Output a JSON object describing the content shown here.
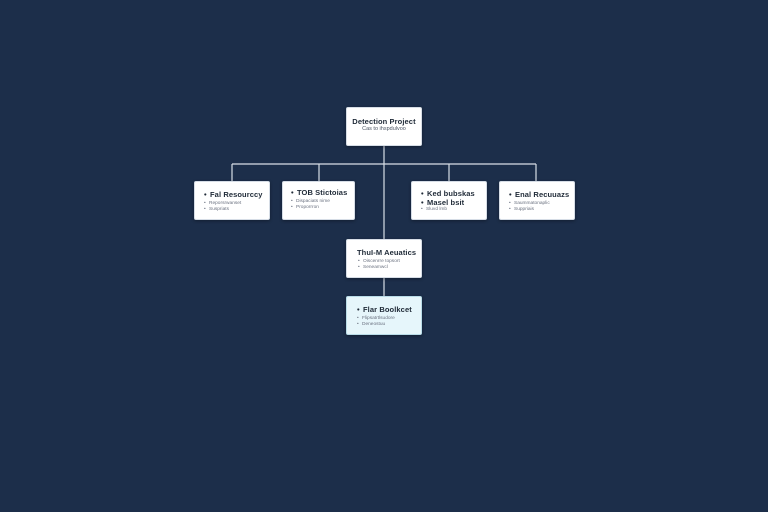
{
  "diagram": {
    "root": {
      "title": "Detection Project",
      "subtitle": "Cas to ihspdulvoo"
    },
    "branches": [
      {
        "title": "Fal Resourccy",
        "items": [
          "Reporsrwanset",
          "Suspriats"
        ]
      },
      {
        "title": "TOB Stictoias",
        "items": [
          "Dispaciats nime",
          "Proporrron"
        ]
      },
      {
        "title": "Ked bubskas",
        "title2": "Masel bsit",
        "items": [
          "Sluvd lmb"
        ]
      },
      {
        "title": "Enal Recuuazs",
        "items": [
          "Saummatonaplic",
          "Suppriais"
        ]
      }
    ],
    "middle": {
      "title": "ThuI-M Aeuatics",
      "items": [
        "Oiscenrre topsort",
        "Seneamwcl"
      ]
    },
    "bottom": {
      "title": "Flar Boolkcet",
      "items": [
        "Flipsatrtlsudore",
        "Deneostuu"
      ]
    }
  },
  "colors": {
    "background": "#1c2e4a",
    "connector": "#d8dee7",
    "node": "#ffffff",
    "highlight_node": "#e6f6fb"
  }
}
